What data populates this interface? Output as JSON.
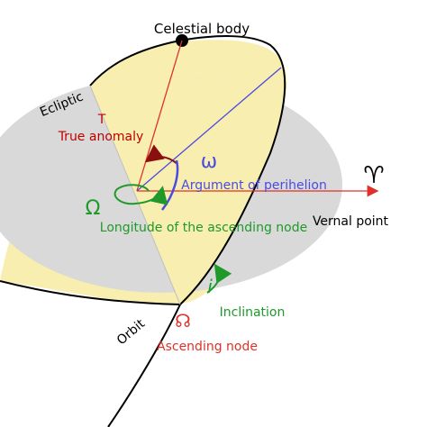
{
  "labels": {
    "celestial_body": "Celestial body",
    "ecliptic": "Ecliptic",
    "orbit": "Orbit",
    "true_anomaly_symbol": "T",
    "true_anomaly": "True anomaly",
    "omega_symbol": "ω",
    "argument_of_perihelion": "Argument of perihelion",
    "longitude_symbol": "Ω",
    "longitude_ascending_node": "Longitude of the ascending node",
    "vernal_symbol": "♈",
    "vernal_point": "Vernal point",
    "inclination_symbol": "i",
    "inclination": "Inclination",
    "ascending_node_symbol": "☊",
    "ascending_node": "Ascending node"
  },
  "colors": {
    "orbit_fill": "#f7eeb0",
    "ecliptic_fill": "#d9d9d9",
    "overlap_fill": "#c8c8c8",
    "red": "#e0302a",
    "dark_red": "#c00000",
    "blue": "#4b4be0",
    "green": "#1f9a2a",
    "black": "#000000"
  }
}
